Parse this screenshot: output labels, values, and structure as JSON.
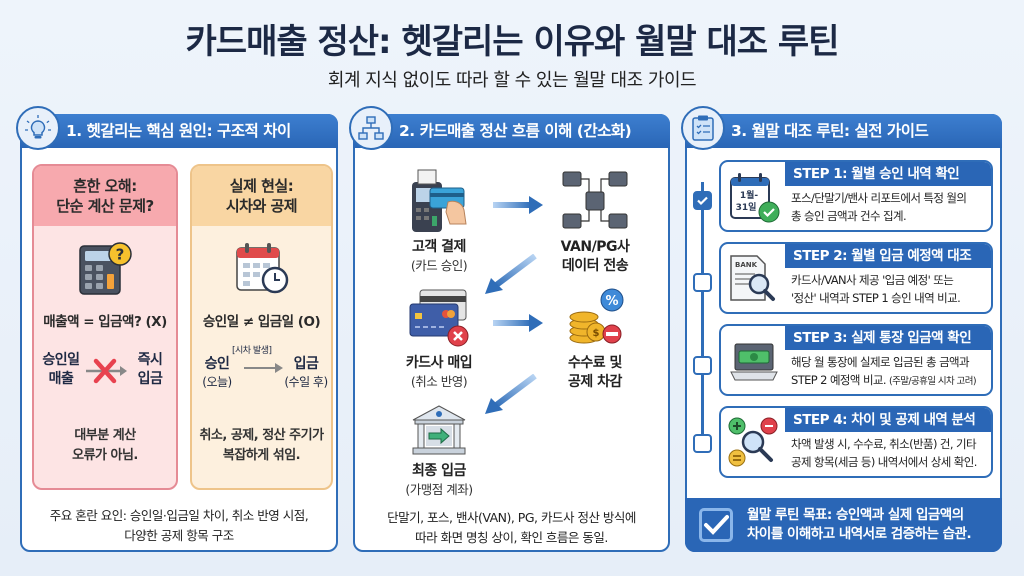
{
  "header": {
    "title": "카드매출 정산: 헷갈리는 이유와 월말 대조 루틴",
    "subtitle": "회계 지식 없이도 따라 할 수 있는 월말 대조 가이드"
  },
  "colors": {
    "primary_blue": "#2a66b6",
    "misconception_red": "#f7a9ae",
    "reality_orange": "#f9d6a3",
    "title_navy": "#1c2945"
  },
  "section1": {
    "title": "1. 헷갈리는 핵심 원인: 구조적 차이",
    "icon": "lightbulb-icon",
    "misconception": {
      "title_line1": "흔한 오해:",
      "title_line2": "단순 계산 문제?",
      "icon": "calculator-question-icon",
      "equation": "매출액 = 입금액? (X)",
      "flow_left_1": "승인일",
      "flow_left_2": "매출",
      "flow_right_1": "즉시",
      "flow_right_2": "입금",
      "note_line1": "대부분 계산",
      "note_line2": "오류가 아님."
    },
    "reality": {
      "title_line1": "실제 현실:",
      "title_line2": "시차와 공제",
      "icon": "calendar-clock-icon",
      "equation": "승인일 ≠ 입금일 (O)",
      "flow_label": "[시차 발생]",
      "flow_left_1": "승인",
      "flow_left_2": "(오늘)",
      "flow_right_1": "입금",
      "flow_right_2": "(수일 후)",
      "note_line1": "취소, 공제, 정산 주기가",
      "note_line2": "복잡하게 섞임."
    },
    "footer_line1": "주요 혼란 요인: 승인일·입금일 차이, 취소 반영 시점,",
    "footer_line2": "다양한 공제 항목 구조"
  },
  "section2": {
    "title": "2. 카드매출 정산 흐름 이해 (간소화)",
    "icon": "flowchart-icon",
    "nodes": [
      {
        "title": "고객 결제",
        "sub": "(카드 승인)",
        "icon": "card-terminal-icon"
      },
      {
        "title": "VAN/PG사",
        "sub": "데이터 전송",
        "icon": "server-network-icon"
      },
      {
        "title": "카드사 매입",
        "sub": "(취소 반영)",
        "icon": "credit-card-cancel-icon"
      },
      {
        "title": "수수료 및",
        "sub": "공제 차감",
        "icon": "coins-fee-icon"
      },
      {
        "title": "최종 입금",
        "sub": "(가맹점 계좌)",
        "icon": "bank-deposit-icon"
      }
    ],
    "footer_line1": "단말기, 포스, 밴사(VAN), PG, 카드사 정산 방식에",
    "footer_line2": "따라 화면 명칭 상이, 확인 흐름은 동일."
  },
  "section3": {
    "title": "3. 월말 대조 루틴: 실전 가이드",
    "icon": "clipboard-checklist-icon",
    "steps": [
      {
        "title": "STEP 1: 월별 승인 내역 확인",
        "line1": "포스/단말기/밴사 리포트에서 특정 월의",
        "line2": "총 승인 금액과 건수 집계.",
        "note": "",
        "icon": "calendar-check-icon",
        "icon_text_1": "1월-",
        "icon_text_2": "31일",
        "checked": true
      },
      {
        "title": "STEP 2: 월별 입금 예정액 대조",
        "line1": "카드사/VAN사 제공 '입금 예정' 또는",
        "line2": "'정산' 내역과 STEP 1 승인 내역 비교.",
        "note": "",
        "icon": "bank-statement-search-icon",
        "icon_text_1": "BANK",
        "checked": false
      },
      {
        "title": "STEP 3: 실제 통장 입금액 확인",
        "line1": "해당 월 통장에 실제로 입금된 총 금액과",
        "line2": "STEP 2 예정액 비교.",
        "note": "(주말/공휴일 시차 고려)",
        "icon": "laptop-money-icon",
        "checked": false
      },
      {
        "title": "STEP 4: 차이 및 공제 내역 분석",
        "line1": "차액 발생 시, 수수료, 취소(반품) 건, 기타",
        "line2": "공제 항목(세금 등) 내역서에서 상세 확인.",
        "note": "",
        "icon": "magnifier-plus-minus-icon",
        "checked": false
      }
    ],
    "goal_line1": "월말 루틴 목표: 승인액과 실제 입금액의",
    "goal_line2": "차이를 이해하고 내역서로 검증하는 습관.",
    "goal_icon": "checkbox-checked-icon"
  }
}
